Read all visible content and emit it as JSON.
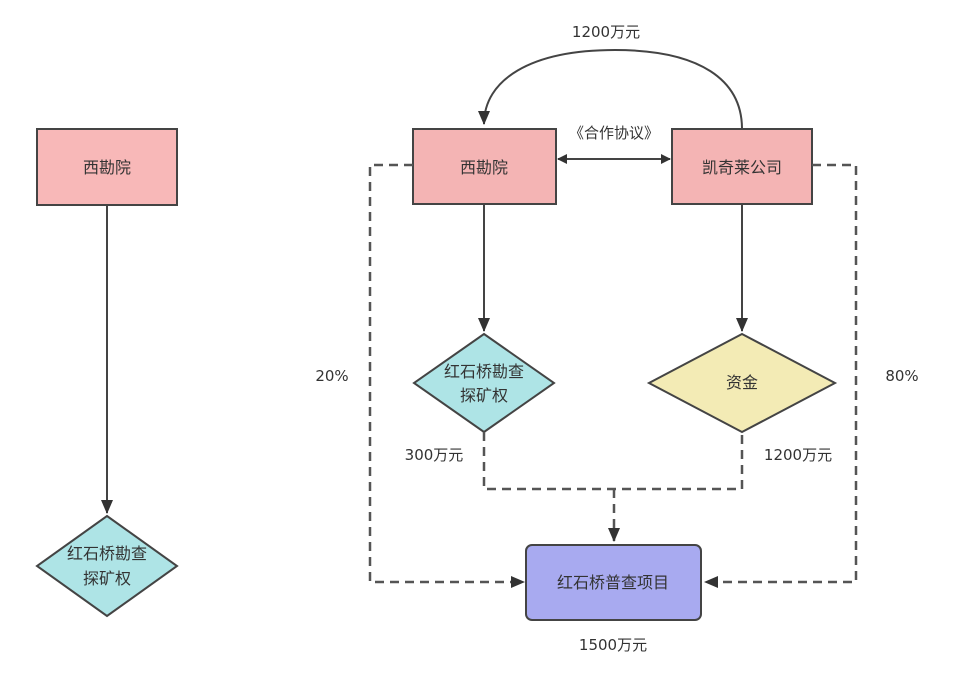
{
  "colors": {
    "org_fill": "#f8b8b8",
    "right_fill": "#f4b4b4",
    "asset_fill": "#aee4e6",
    "fund_fill": "#f3ebb5",
    "project_fill": "#a8aaf0",
    "stroke": "#444444",
    "dash_stroke": "#555555"
  },
  "left_diagram": {
    "org_box": "西勘院",
    "asset_diamond_line1": "红石桥勘查",
    "asset_diamond_line2": "探矿权"
  },
  "right_diagram": {
    "xikanyuan_box": "西勘院",
    "company_box": "凯奇莱公司",
    "agreement_label": "《合作协议》",
    "payment_label": "1200万元",
    "asset_diamond_line1": "红石桥勘查",
    "asset_diamond_line2": "探矿权",
    "fund_diamond": "资金",
    "asset_value_label": "300万元",
    "fund_value_label": "1200万元",
    "project_box": "红石桥普查项目",
    "project_value_label": "1500万元",
    "left_share_label": "20%",
    "right_share_label": "80%"
  }
}
